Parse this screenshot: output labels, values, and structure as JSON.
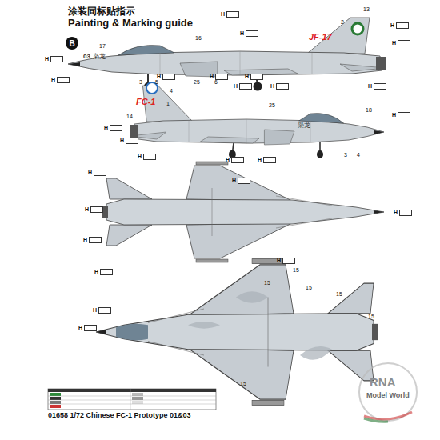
{
  "diagram": {
    "title": "涂装同标贴指示",
    "caption": "01658 1/72 Chinese FC-1 Prototype 01&03",
    "nodes": [
      {
        "text": [
          "B"
        ]
      }
    ],
    "labels": [
      "Painting & Marking guide",
      "JF-17",
      "FC-1",
      "03",
      "枭龙",
      "枭龙",
      "13",
      "2",
      "16",
      "17",
      "3",
      "5",
      "25",
      "4",
      "6",
      "14",
      "1",
      "25",
      "18",
      "3",
      "4",
      "15",
      "15",
      "15",
      "15",
      "15",
      "15",
      "H",
      "H",
      "H",
      "H",
      "H",
      "H",
      "H",
      "H",
      "H",
      "H",
      "H",
      "H",
      "H",
      "H",
      "H",
      "H",
      "H",
      "H",
      "H",
      "H",
      "H",
      "H",
      "H",
      "H",
      "H",
      "H",
      "H",
      "RNA",
      "Model World"
    ]
  }
}
